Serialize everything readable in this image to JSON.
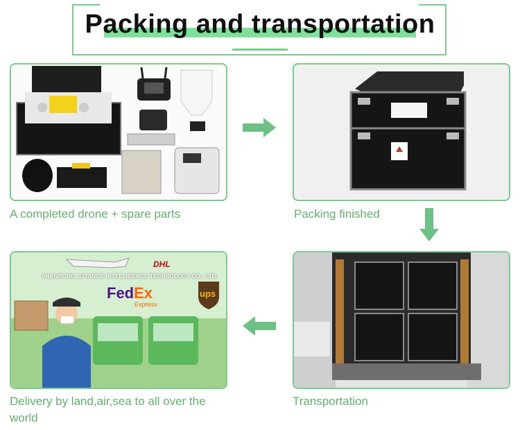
{
  "title": "Packing and transportation",
  "panels": {
    "parts": {
      "caption": "A completed drone + spare parts"
    },
    "packing": {
      "caption": "Packing finished"
    },
    "delivery": {
      "caption": "Delivery by land,air,sea to all over the world",
      "company": "SHANDONG JOYANCE INTELLIGENCE TECHNOLOGY CO., LTD.",
      "logos": {
        "dhl": "DHL",
        "fedex_fed": "Fed",
        "fedex_ex": "Ex",
        "fedex_sub": "Express",
        "ups": "ups"
      }
    },
    "transport": {
      "caption": "Transportation"
    }
  },
  "colors": {
    "accent": "#7ccb8f",
    "caption": "#63b16f",
    "arrow": "#6dc184"
  }
}
